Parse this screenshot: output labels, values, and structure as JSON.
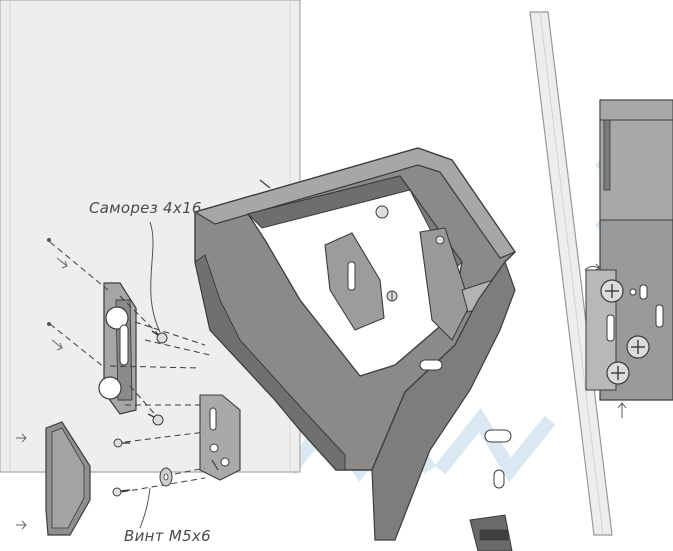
{
  "callouts": {
    "self_tapping_screw": "Саморез 4х16",
    "bolt": "Винт М5х6"
  },
  "colors": {
    "panel": "#eeeeee",
    "panel_edge": "#aaaaaa",
    "metal": "#8c8c8c",
    "metal_dark": "#5e5e5e",
    "metal_light": "#b4b4b4",
    "outline": "#3c3c3c",
    "watermark": "#d6e6f1",
    "leader": "#555555"
  },
  "watermark": {
    "icon": "mm-brand-logo-watermark"
  }
}
